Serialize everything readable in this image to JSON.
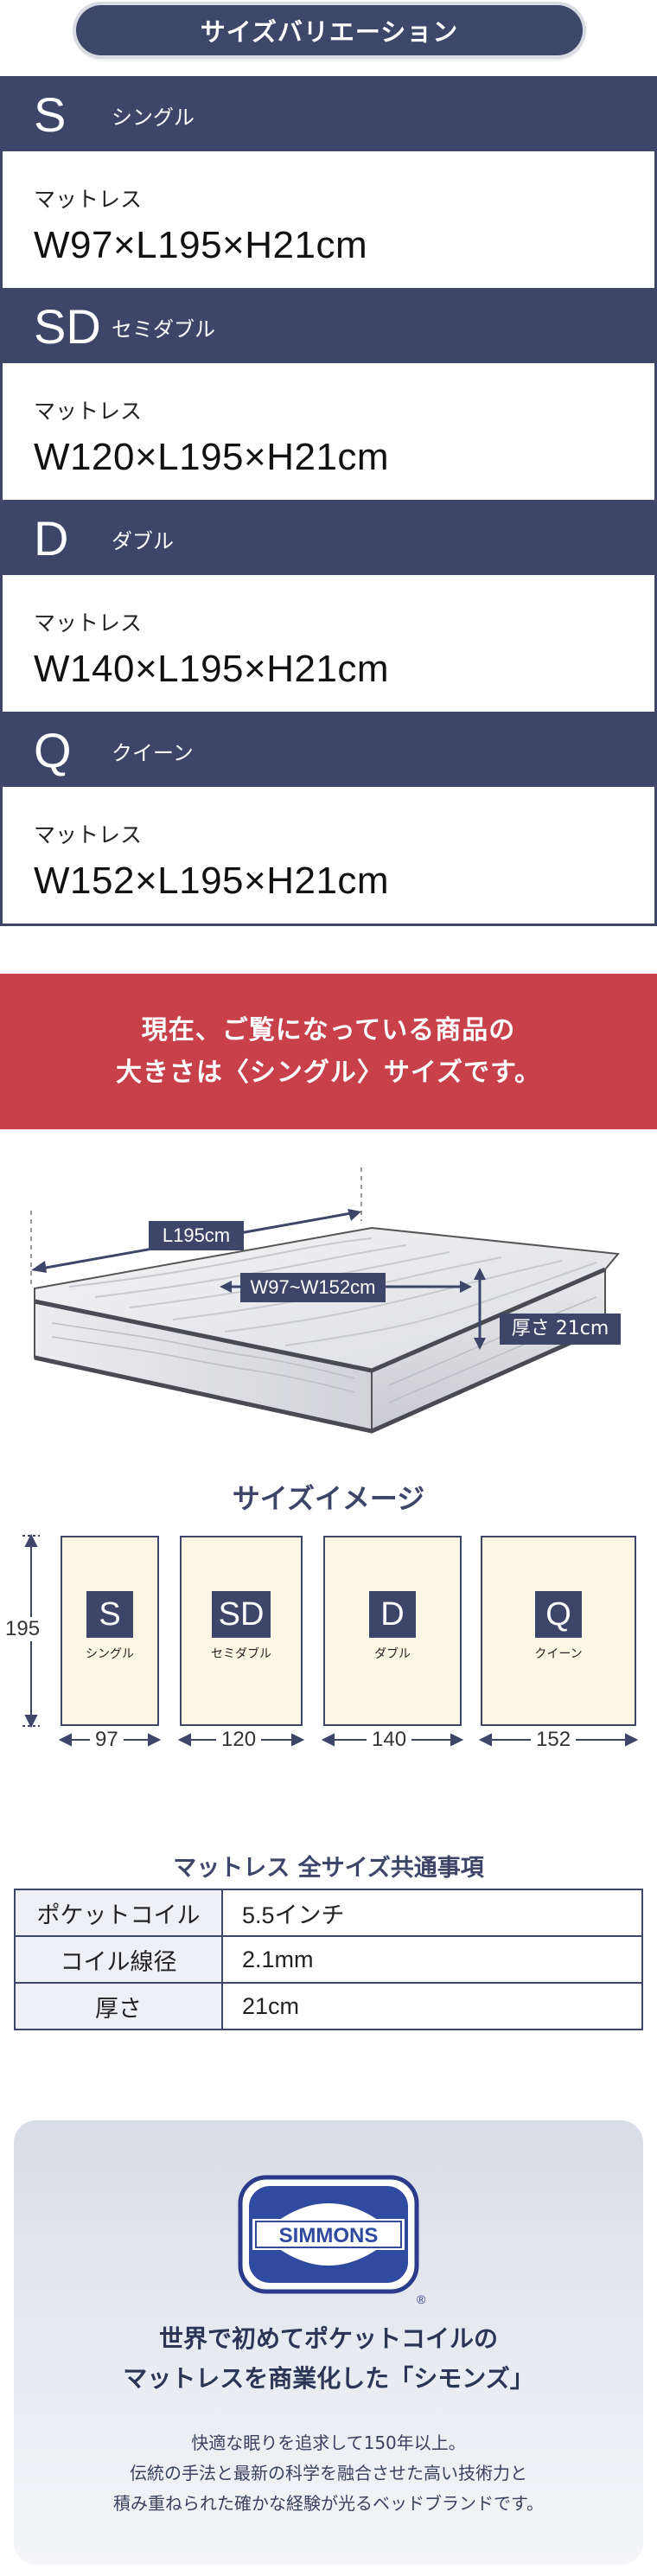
{
  "header": {
    "title": "サイズバリエーション"
  },
  "variants": [
    {
      "code": "S",
      "name": "シングル",
      "label": "マットレス",
      "size": "W97×L195×H21cm"
    },
    {
      "code": "SD",
      "name": "セミダブル",
      "label": "マットレス",
      "size": "W120×L195×H21cm"
    },
    {
      "code": "D",
      "name": "ダブル",
      "label": "マットレス",
      "size": "W140×L195×H21cm"
    },
    {
      "code": "Q",
      "name": "クイーン",
      "label": "マットレス",
      "size": "W152×L195×H21cm"
    }
  ],
  "notice": {
    "line1": "現在、ご覧になっている商品の",
    "line2": "大きさは〈シングル〉サイズです。"
  },
  "mattress": {
    "length_label": "L195cm",
    "width_label": "W97~W152cm",
    "thickness_label": "厚さ 21cm"
  },
  "size_image": {
    "title": "サイズイメージ",
    "height_label": "195",
    "boxes": [
      {
        "code": "S",
        "name": "シングル",
        "width_label": "97"
      },
      {
        "code": "SD",
        "name": "セミダブル",
        "width_label": "120"
      },
      {
        "code": "D",
        "name": "ダブル",
        "width_label": "140"
      },
      {
        "code": "Q",
        "name": "クイーン",
        "width_label": "152"
      }
    ]
  },
  "spec": {
    "title": "マットレス 全サイズ共通事項",
    "rows": [
      {
        "key": "ポケットコイル",
        "value": "5.5インチ"
      },
      {
        "key": "コイル線径",
        "value": "2.1mm"
      },
      {
        "key": "厚さ",
        "value": "21cm"
      }
    ]
  },
  "brand": {
    "logo_text": "SIMMONS",
    "registered_mark": "®",
    "headline1": "世界で初めてポケットコイルの",
    "headline2": "マットレスを商業化した「シモンズ」",
    "desc1": "快適な眠りを追求して150年以上。",
    "desc2": "伝統の手法と最新の科学を融合させた高い技術力と",
    "desc3": "積み重ねられた確かな経験が光るベッドブランドです。"
  },
  "colors": {
    "navy": "#3d4669",
    "red": "#c8404a",
    "cream": "#fcf7e4"
  }
}
